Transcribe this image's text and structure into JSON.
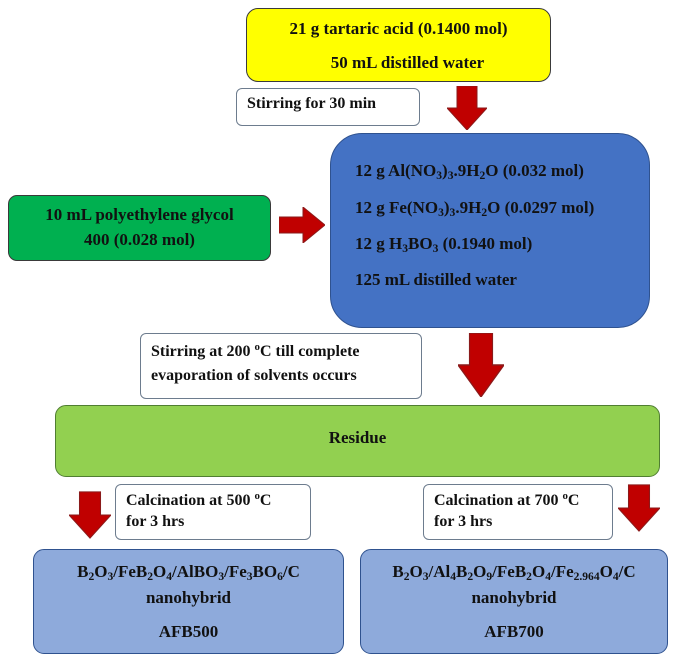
{
  "start": {
    "line1": "21 g tartaric acid (0.1400 mol)",
    "line2": "50 mL distilled water"
  },
  "stir1": "Stirring for 30 min",
  "peg": {
    "line1": "10 mL polyethylene glycol",
    "line2": "400 (0.028 mol)"
  },
  "mix": {
    "al_pre": "12 g Al(NO",
    "al_s1": "3",
    "al_mid": ")",
    "al_s2": "3",
    "al_mid2": ".9H",
    "al_s3": "2",
    "al_post": "O (0.032 mol)",
    "fe_pre": "12 g Fe(NO",
    "fe_s1": "3",
    "fe_mid": ")",
    "fe_s2": "3",
    "fe_mid2": ".9H",
    "fe_s3": "2",
    "fe_post": "O (0.0297 mol)",
    "b_pre": "12 g H",
    "b_s1": "3",
    "b_mid": "BO",
    "b_s2": "3",
    "b_post": " (0.1940 mol)",
    "water": "125 mL distilled water"
  },
  "stir2": {
    "line1_pre": "Stirring at 200 ",
    "line1_sup": "o",
    "line1_post": "C till complete",
    "line2": "evaporation of solvents occurs"
  },
  "residue": "Residue",
  "calc500": {
    "line1_pre": "Calcination at 500 ",
    "line1_sup": "o",
    "line1_post": "C",
    "line2": "for 3 hrs"
  },
  "calc700": {
    "line1_pre": "Calcination at 700 ",
    "line1_sup": "o",
    "line1_post": "C",
    "line2": "for 3 hrs"
  },
  "afb500": {
    "f1": "B",
    "f1s": "2",
    "f2": "O",
    "f2s": "3",
    "f3": "/FeB",
    "f3s": "2",
    "f4": "O",
    "f4s": "4",
    "f5": "/AlBO",
    "f5s": "3",
    "f6": "/Fe",
    "f6s": "3",
    "f7": "BO",
    "f7s": "6",
    "f8": "/C",
    "line2": "nanohybrid",
    "code": "AFB500"
  },
  "afb700": {
    "f1": "B",
    "f1s": "2",
    "f2": "O",
    "f2s": "3",
    "f3": "/Al",
    "f3s": "4",
    "f4": "B",
    "f4s": "2",
    "f5": "O",
    "f5s": "9",
    "f6": "/FeB",
    "f6s": "2",
    "f7": "O",
    "f7s": "4",
    "f8": "/Fe",
    "f8s": "2.964",
    "f9": "O",
    "f9s": "4",
    "f10": "/C",
    "line2": "nanohybrid",
    "code": "AFB700"
  },
  "colors": {
    "yellow": "#ffff00",
    "blue": "#4472c4",
    "green": "#00b050",
    "lightgreen": "#92d050",
    "lightblue": "#8eaadb",
    "arrow": "#c00000"
  }
}
